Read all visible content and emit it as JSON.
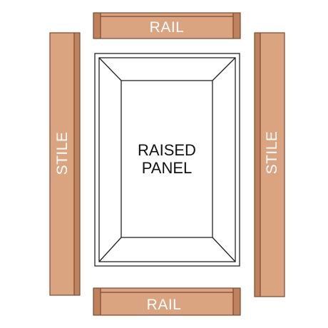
{
  "labels": {
    "rail_top": "RAIL",
    "rail_bottom": "RAIL",
    "stile_left": "STILE",
    "stile_right": "STILE",
    "panel_line1": "RAISED",
    "panel_line2": "PANEL"
  },
  "colors": {
    "wood_face": "#d9a47f",
    "wood_edge": "#c0815d",
    "wood_outline": "#7a4a30",
    "panel_outline": "#222222",
    "label_light": "#ffffff",
    "label_dark": "#111111"
  }
}
